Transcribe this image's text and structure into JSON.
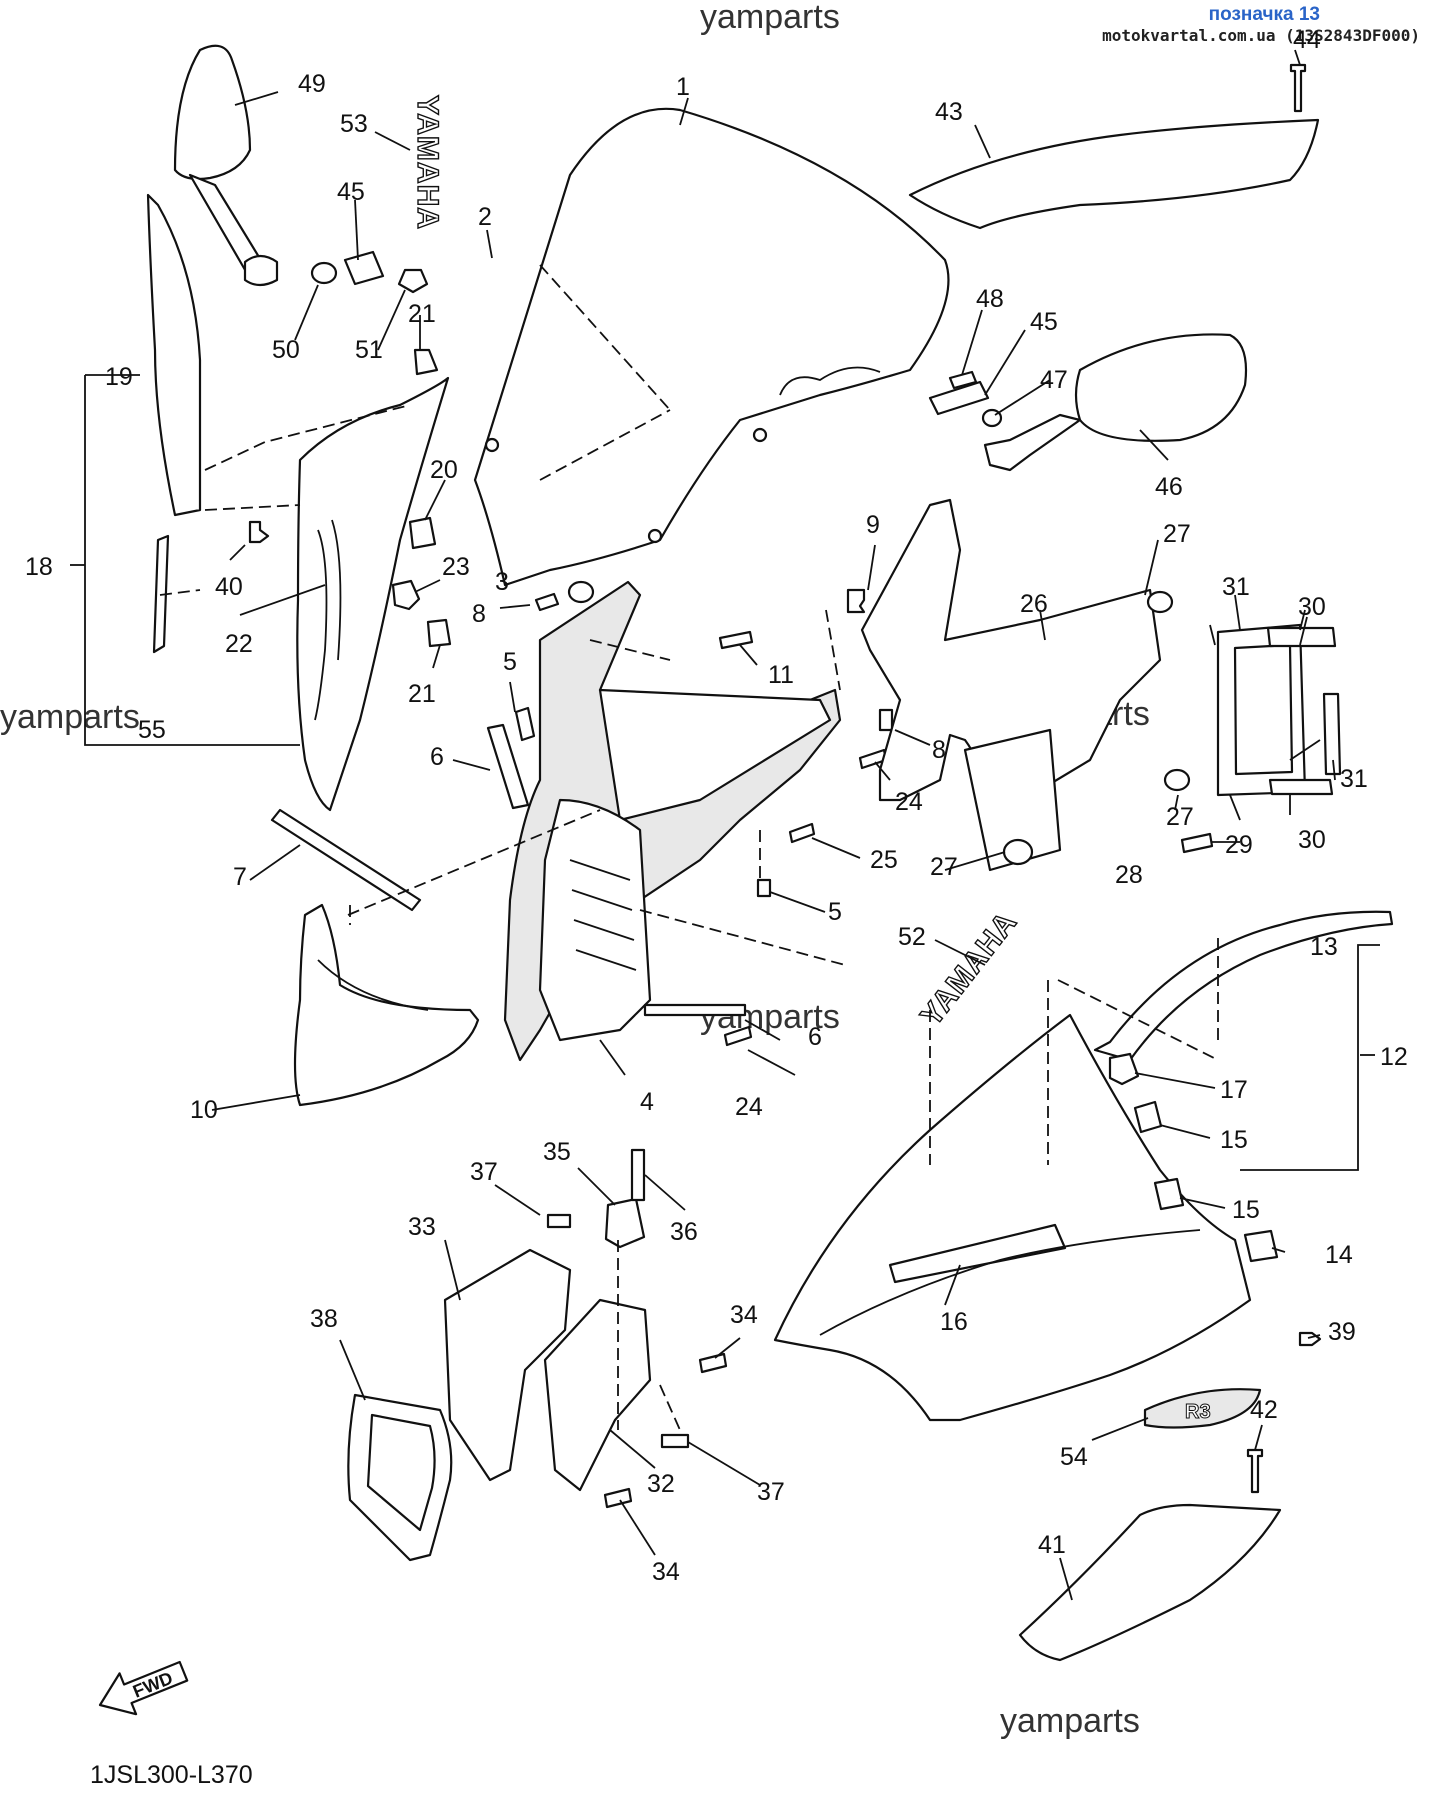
{
  "header": {
    "label": "позначка 13",
    "url": "motokvartal.com.ua (13S2843DF000)"
  },
  "watermarks": [
    "yamparts",
    "yamparts",
    "yamparts",
    "yamparts",
    "yamparts"
  ],
  "diagram_code": "1JSL300-L370",
  "fwd_label": "FWD",
  "brand_text": "YAMAHA",
  "model_badge": "R3",
  "callouts": [
    "1",
    "2",
    "3",
    "4",
    "5",
    "5",
    "6",
    "6",
    "7",
    "8",
    "8",
    "9",
    "10",
    "11",
    "12",
    "13",
    "14",
    "15",
    "15",
    "16",
    "17",
    "18",
    "19",
    "20",
    "21",
    "21",
    "22",
    "23",
    "24",
    "24",
    "25",
    "26",
    "27",
    "27",
    "27",
    "28",
    "29",
    "30",
    "30",
    "31",
    "31",
    "32",
    "33",
    "34",
    "34",
    "35",
    "36",
    "37",
    "37",
    "38",
    "39",
    "40",
    "41",
    "42",
    "43",
    "44",
    "45",
    "45",
    "46",
    "47",
    "48",
    "49",
    "50",
    "51",
    "52",
    "53",
    "54",
    "55"
  ]
}
